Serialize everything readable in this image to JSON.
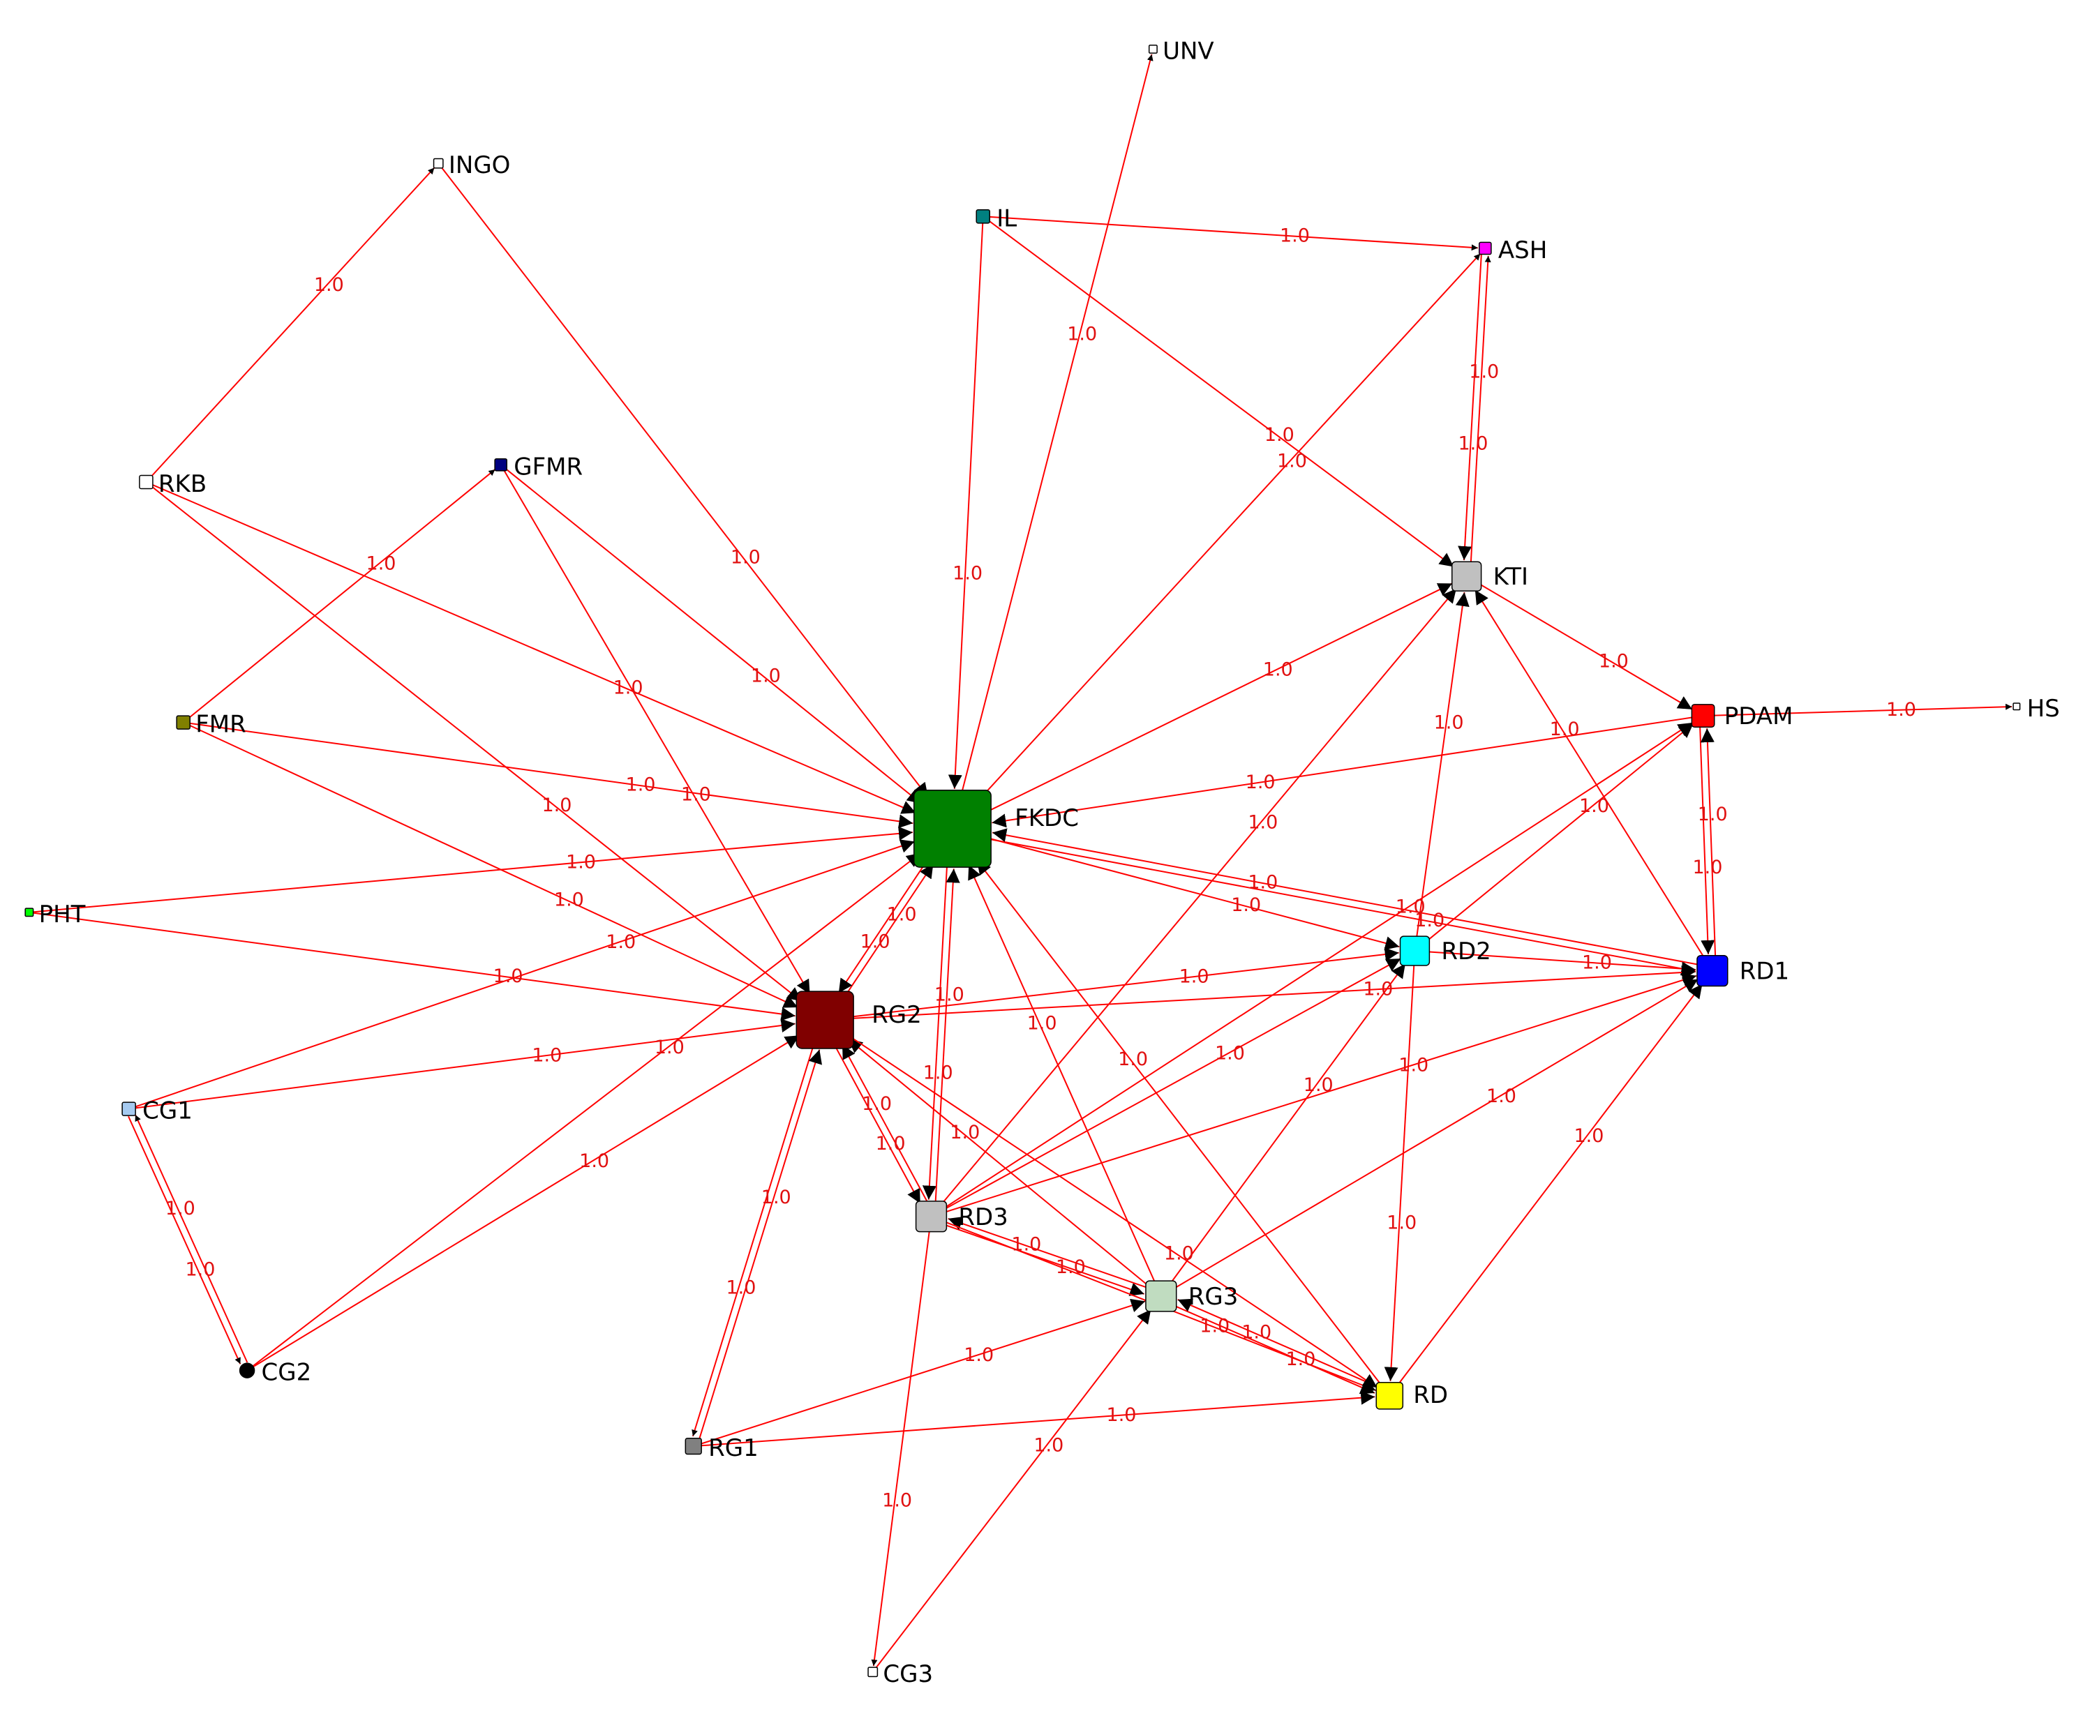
{
  "nodes": [
    {
      "id": "UNV",
      "label": "UNV",
      "color": "#ffffff"
    },
    {
      "id": "INGO",
      "label": "INGO",
      "color": "#ffffff"
    },
    {
      "id": "IL",
      "label": "IL",
      "color": "#008080"
    },
    {
      "id": "ASH",
      "label": "ASH",
      "color": "#ff00ff"
    },
    {
      "id": "RKB",
      "label": "RKB",
      "color": "#ffffff"
    },
    {
      "id": "GFMR",
      "label": "GFMR",
      "color": "#000080"
    },
    {
      "id": "KTI",
      "label": "KTI",
      "color": "#c0c0c0"
    },
    {
      "id": "FMR",
      "label": "FMR",
      "color": "#808000"
    },
    {
      "id": "PDAM",
      "label": "PDAM",
      "color": "#ff0000"
    },
    {
      "id": "HS",
      "label": "HS",
      "color": "#ffffff"
    },
    {
      "id": "FKDC",
      "label": "FKDC",
      "color": "#008000"
    },
    {
      "id": "PHT",
      "label": "PHT",
      "color": "#00ff00"
    },
    {
      "id": "RD2",
      "label": "RD2",
      "color": "#00ffff"
    },
    {
      "id": "RD1",
      "label": "RD1",
      "color": "#0000ff"
    },
    {
      "id": "RG2",
      "label": "RG2",
      "color": "#800000"
    },
    {
      "id": "CG1",
      "label": "CG1",
      "color": "#a6caf0"
    },
    {
      "id": "RD3",
      "label": "RD3",
      "color": "#c0c0c0"
    },
    {
      "id": "RG3",
      "label": "RG3",
      "color": "#c0dcc0"
    },
    {
      "id": "CG2",
      "label": "CG2",
      "color": "#000000"
    },
    {
      "id": "RD",
      "label": "RD",
      "color": "#ffff00"
    },
    {
      "id": "RG1",
      "label": "RG1",
      "color": "#808080"
    },
    {
      "id": "CG3",
      "label": "CG3",
      "color": "#ffffff"
    }
  ],
  "edges": [
    {
      "from": "FKDC",
      "to": "UNV",
      "weight": "1.0"
    },
    {
      "from": "RKB",
      "to": "INGO",
      "weight": "1.0"
    },
    {
      "from": "INGO",
      "to": "FKDC",
      "weight": "1.0"
    },
    {
      "from": "IL",
      "to": "ASH",
      "weight": "1.0"
    },
    {
      "from": "IL",
      "to": "KTI",
      "weight": "1.0"
    },
    {
      "from": "IL",
      "to": "FKDC",
      "weight": "1.0"
    },
    {
      "from": "ASH",
      "to": "KTI",
      "weight": "1.0"
    },
    {
      "from": "KTI",
      "to": "ASH",
      "weight": "1.0"
    },
    {
      "from": "FKDC",
      "to": "ASH",
      "weight": "1.0"
    },
    {
      "from": "RKB",
      "to": "FKDC",
      "weight": "1.0"
    },
    {
      "from": "RKB",
      "to": "RG2",
      "weight": "1.0"
    },
    {
      "from": "FMR",
      "to": "GFMR",
      "weight": "1.0"
    },
    {
      "from": "GFMR",
      "to": "FKDC",
      "weight": "1.0"
    },
    {
      "from": "GFMR",
      "to": "RG2",
      "weight": "1.0"
    },
    {
      "from": "FMR",
      "to": "FKDC",
      "weight": "1.0"
    },
    {
      "from": "FMR",
      "to": "RG2",
      "weight": "1.0"
    },
    {
      "from": "PHT",
      "to": "FKDC",
      "weight": "1.0"
    },
    {
      "from": "PHT",
      "to": "RG2",
      "weight": "1.0"
    },
    {
      "from": "CG1",
      "to": "FKDC",
      "weight": "1.0"
    },
    {
      "from": "CG1",
      "to": "RG2",
      "weight": "1.0"
    },
    {
      "from": "CG1",
      "to": "CG2",
      "weight": "1.0"
    },
    {
      "from": "CG2",
      "to": "CG1",
      "weight": "1.0"
    },
    {
      "from": "CG2",
      "to": "FKDC",
      "weight": "1.0"
    },
    {
      "from": "CG2",
      "to": "RG2",
      "weight": "1.0"
    },
    {
      "from": "FKDC",
      "to": "KTI",
      "weight": "1.0"
    },
    {
      "from": "KTI",
      "to": "PDAM",
      "weight": "1.0"
    },
    {
      "from": "PDAM",
      "to": "HS",
      "weight": "1.0"
    },
    {
      "from": "PDAM",
      "to": "FKDC",
      "weight": "1.0"
    },
    {
      "from": "PDAM",
      "to": "RD1",
      "weight": "1.0"
    },
    {
      "from": "RD1",
      "to": "PDAM",
      "weight": "1.0"
    },
    {
      "from": "RD1",
      "to": "KTI",
      "weight": "1.0"
    },
    {
      "from": "FKDC",
      "to": "RD1",
      "weight": "1.0"
    },
    {
      "from": "RD1",
      "to": "FKDC",
      "weight": "1.0"
    },
    {
      "from": "FKDC",
      "to": "RD2",
      "weight": "1.0"
    },
    {
      "from": "RD2",
      "to": "KTI",
      "weight": "1.0"
    },
    {
      "from": "RD2",
      "to": "PDAM",
      "weight": "1.0"
    },
    {
      "from": "RD2",
      "to": "RD1",
      "weight": "1.0"
    },
    {
      "from": "RG2",
      "to": "RD2",
      "weight": "1.0"
    },
    {
      "from": "RG2",
      "to": "RD1",
      "weight": "1.0"
    },
    {
      "from": "RG2",
      "to": "FKDC",
      "weight": "1.0"
    },
    {
      "from": "FKDC",
      "to": "RG2",
      "weight": "1.0"
    },
    {
      "from": "RG2",
      "to": "RG1",
      "weight": "1.0"
    },
    {
      "from": "RG1",
      "to": "RG2",
      "weight": "1.0"
    },
    {
      "from": "RG2",
      "to": "RD3",
      "weight": "1.0"
    },
    {
      "from": "RD3",
      "to": "RG2",
      "weight": "1.0"
    },
    {
      "from": "FKDC",
      "to": "RD3",
      "weight": "1.0"
    },
    {
      "from": "RD3",
      "to": "FKDC",
      "weight": "1.0"
    },
    {
      "from": "RD3",
      "to": "KTI",
      "weight": "1.0"
    },
    {
      "from": "RD3",
      "to": "PDAM",
      "weight": "1.0"
    },
    {
      "from": "RD3",
      "to": "RD2",
      "weight": "1.0"
    },
    {
      "from": "RD3",
      "to": "RD1",
      "weight": "1.0"
    },
    {
      "from": "RD3",
      "to": "RG3",
      "weight": "1.0"
    },
    {
      "from": "RG3",
      "to": "RD3",
      "weight": "1.0"
    },
    {
      "from": "RD3",
      "to": "RD",
      "weight": "1.0"
    },
    {
      "from": "RD3",
      "to": "CG3",
      "weight": "1.0"
    },
    {
      "from": "RG3",
      "to": "FKDC",
      "weight": "1.0"
    },
    {
      "from": "RG3",
      "to": "RG2",
      "weight": "1.0"
    },
    {
      "from": "RG3",
      "to": "RD2",
      "weight": "1.0"
    },
    {
      "from": "RG3",
      "to": "RD1",
      "weight": "1.0"
    },
    {
      "from": "RG3",
      "to": "RD",
      "weight": "1.0"
    },
    {
      "from": "RD",
      "to": "RG3",
      "weight": "1.0"
    },
    {
      "from": "RG1",
      "to": "RG3",
      "weight": "1.0"
    },
    {
      "from": "RG1",
      "to": "RD",
      "weight": "1.0"
    },
    {
      "from": "CG3",
      "to": "RG3",
      "weight": "1.0"
    },
    {
      "from": "RD",
      "to": "FKDC",
      "weight": "1.0"
    },
    {
      "from": "RD",
      "to": "RD1",
      "weight": "1.0"
    },
    {
      "from": "RD2",
      "to": "RD",
      "weight": "1.0"
    },
    {
      "from": "RG2",
      "to": "RD",
      "weight": "1.0"
    }
  ]
}
